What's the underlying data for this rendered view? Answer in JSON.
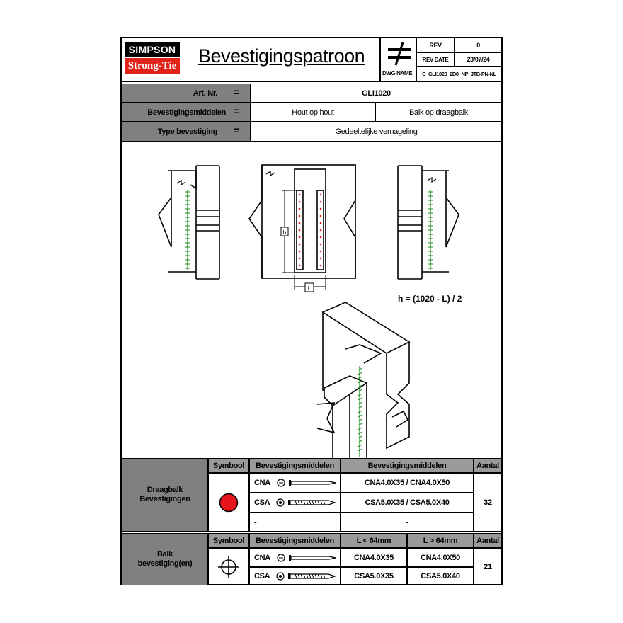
{
  "header": {
    "brand_top": "SIMPSON",
    "brand_bottom": "Strong-Tie",
    "title": "Bevestigingspatroon",
    "rev_label": "REV",
    "rev_value": "0",
    "rev_date_label": "REV DATE",
    "rev_date_value": "23/07/24",
    "dwg_name_label": "DWG NAME",
    "dwg_name_value": "C_GLI1020_2D0_NP_JTB-PN-NL"
  },
  "info": {
    "art_label": "Art. Nr.",
    "art_value": "GLI1020",
    "middel_label": "Bevestigingsmiddelen",
    "middel_value_1": "Hout op hout",
    "middel_value_2": "Balk op draagbalk",
    "type_label": "Type bevestiging",
    "type_value": "Gedeeltelijke vernageling",
    "equals": "="
  },
  "drawing": {
    "formula": "h = (1020 - L) / 2",
    "dim_h": "h",
    "dim_l": "L"
  },
  "draagbalk": {
    "label_line1": "Draagbalk",
    "label_line2": "Bevestigingen",
    "symbol_header": "Symbool",
    "means_header": "Bevestigingsmiddelen",
    "means_header_2": "Bevestigingsmiddelen",
    "count_header": "Aantal",
    "rows": [
      {
        "code": "CNA",
        "value": "CNA4.0X35 / CNA4.0X50"
      },
      {
        "code": "CSA",
        "value": "CSA5.0X35 / CSA5.0X40"
      },
      {
        "code": "-",
        "value": "-"
      }
    ],
    "count": "32",
    "symbol_color": "#e8141c"
  },
  "balk": {
    "label_line1": "Balk",
    "label_line2": "bevestiging(en)",
    "symbol_header": "Symbool",
    "means_header": "Bevestigingsmiddelen",
    "col_lt": "L < 64mm",
    "col_gt": "L > 64mm",
    "count_header": "Aantal",
    "rows": [
      {
        "code": "CNA",
        "lt": "CNA4.0X35",
        "gt": "CNA4.0X50"
      },
      {
        "code": "CSA",
        "lt": "CSA5.0X35",
        "gt": "CSA5.0X40"
      }
    ],
    "count": "21",
    "symbol_color": "#1a8a1a"
  }
}
